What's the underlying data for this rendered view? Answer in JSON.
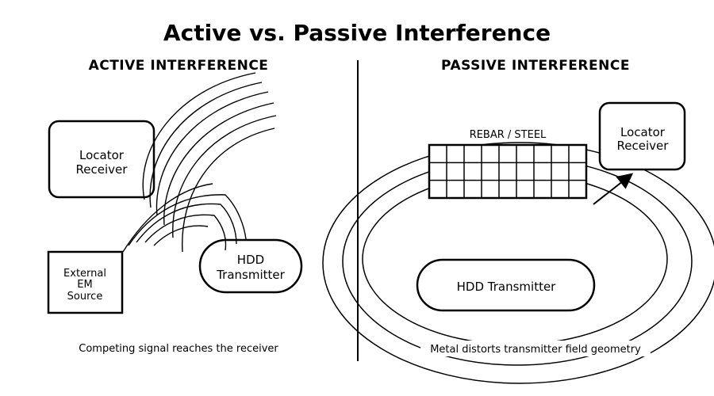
{
  "title": "Active vs. Passive Interference",
  "active": {
    "heading": "ACTIVE INTERFERENCE",
    "receiver_line1": "Locator",
    "receiver_line2": "Receiver",
    "source_line1": "External",
    "source_line2": "EM",
    "source_line3": "Source",
    "transmitter_line1": "HDD",
    "transmitter_line2": "Transmitter",
    "caption": "Competing signal reaches the receiver"
  },
  "passive": {
    "heading": "PASSIVE INTERFERENCE",
    "rebar_label": "REBAR / STEEL",
    "receiver_line1": "Locator",
    "receiver_line2": "Receiver",
    "transmitter_label": "HDD Transmitter",
    "caption": "Metal distorts transmitter field geometry"
  }
}
